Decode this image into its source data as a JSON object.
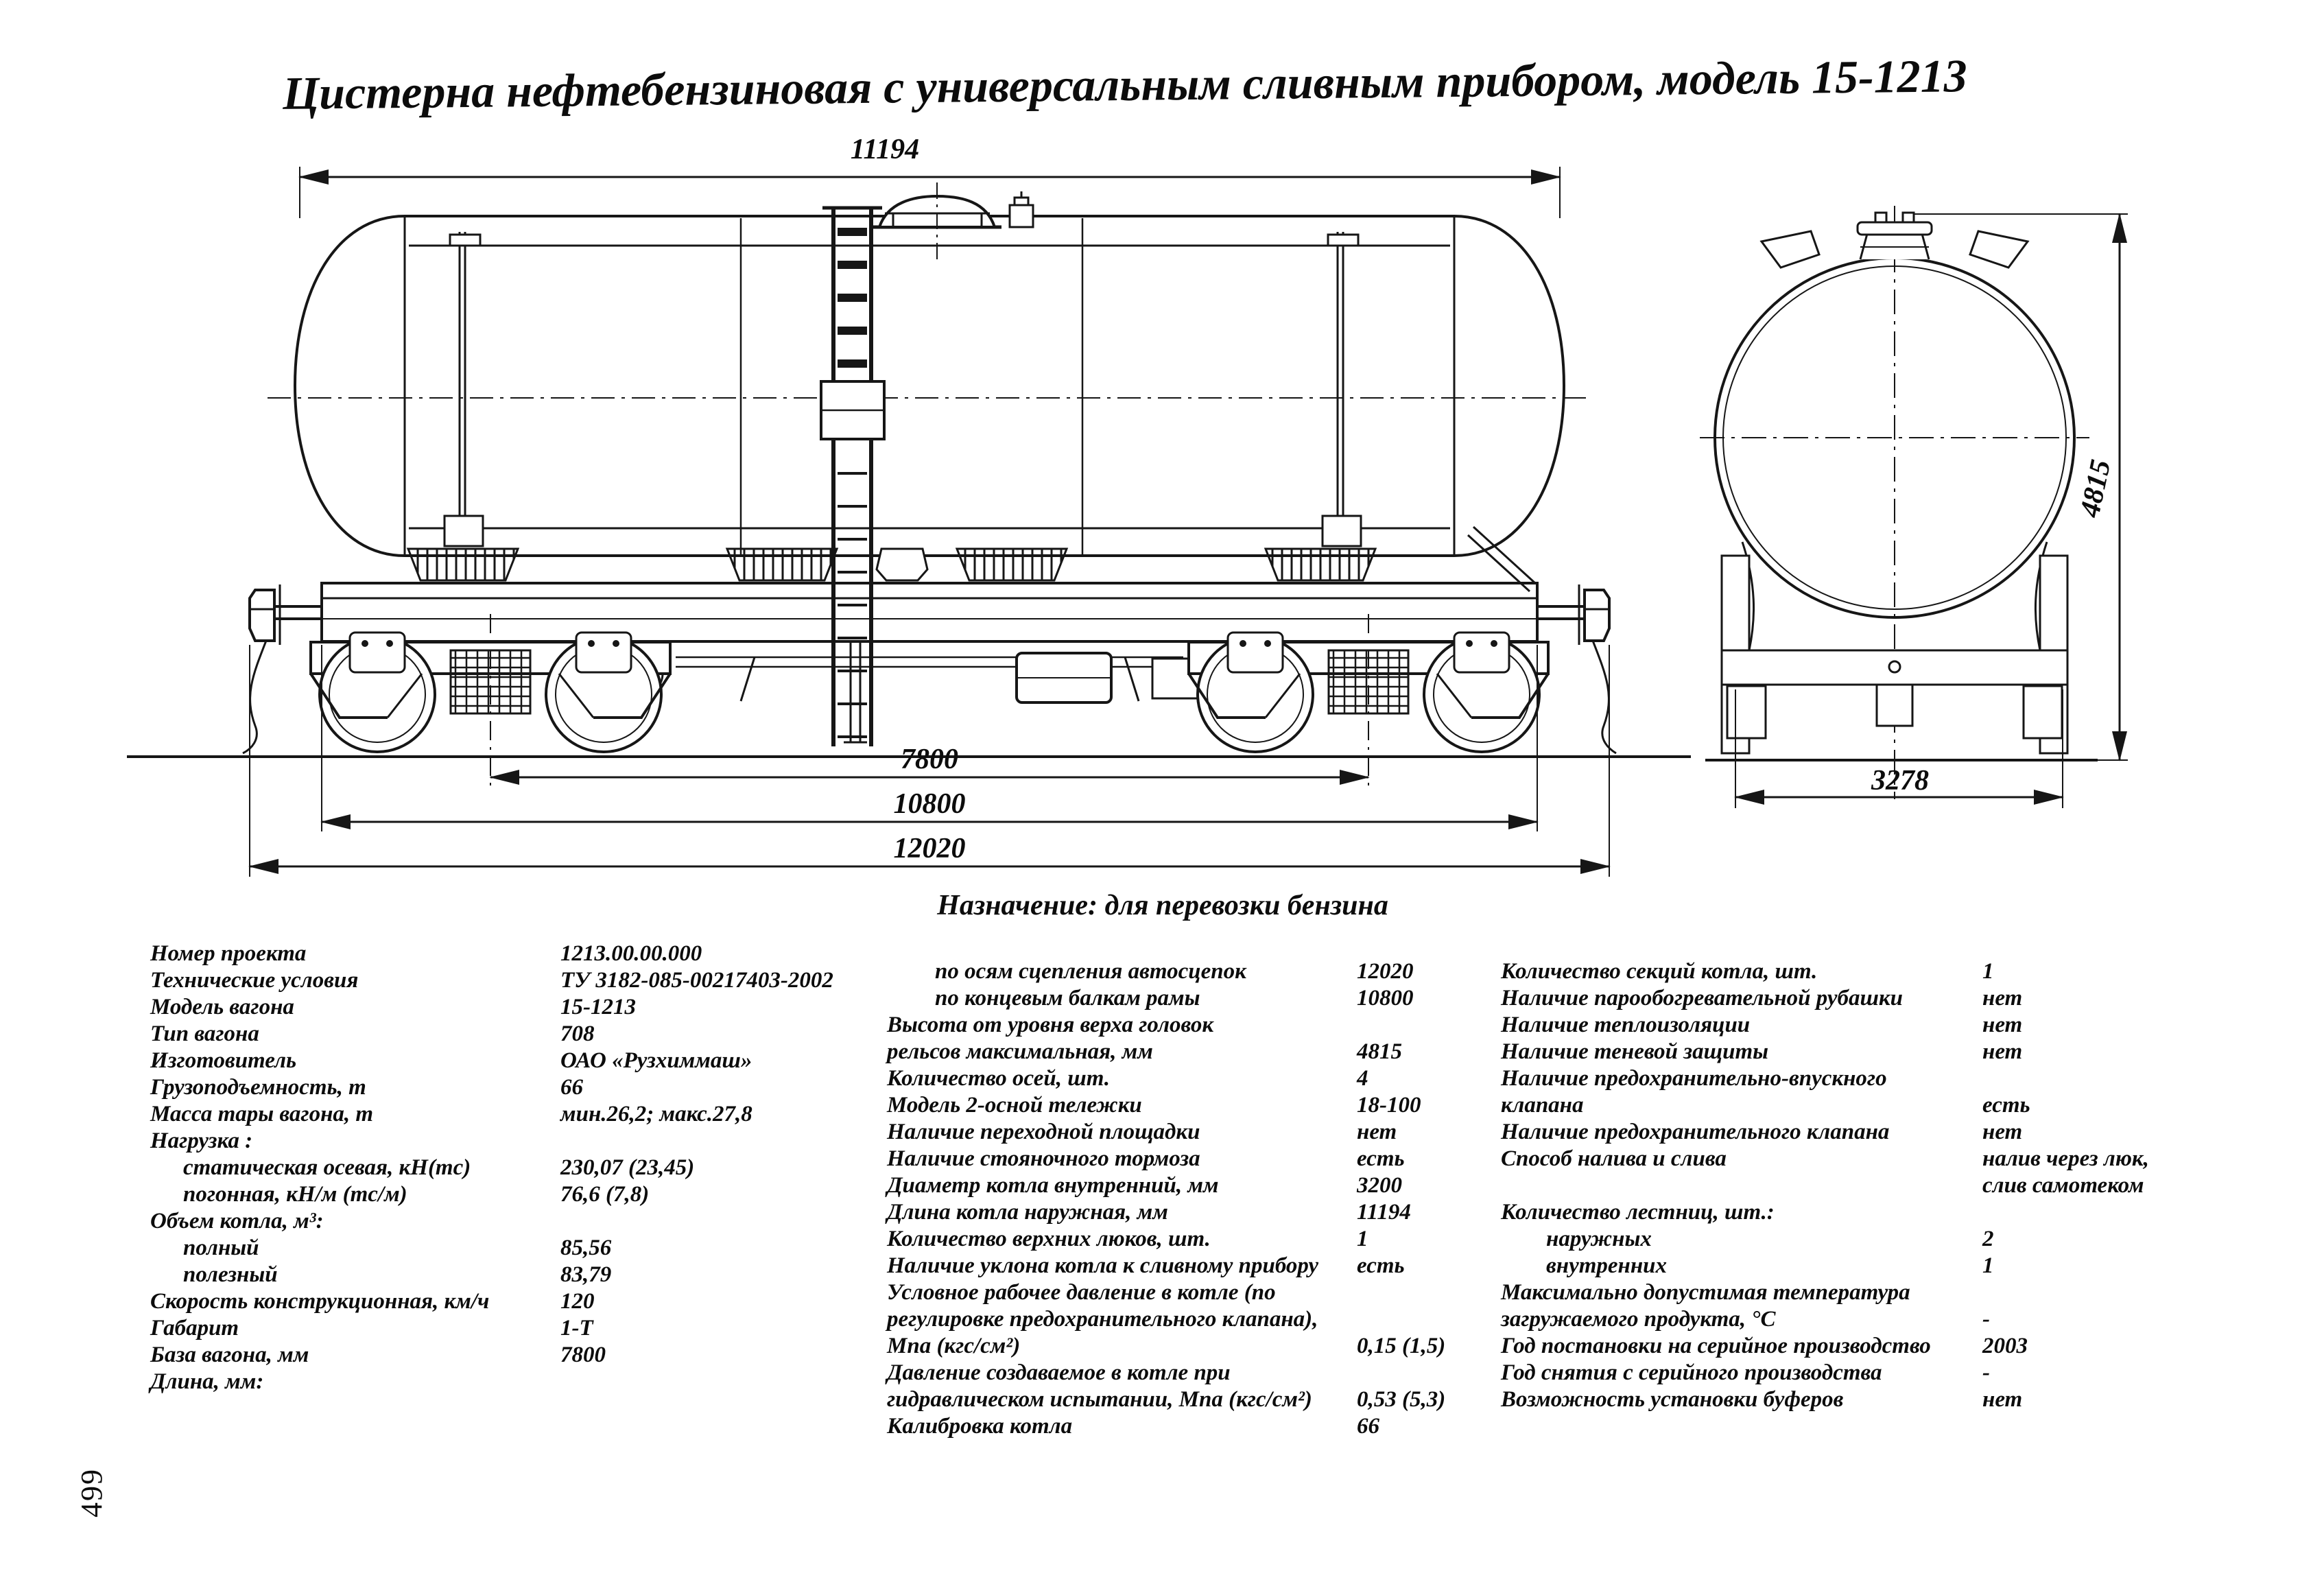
{
  "page": {
    "title": "Цистерна нефтебензиновая с универсальным сливным прибором, модель 15-1213",
    "purpose_heading": "Назначение: для перевозки бензина",
    "page_number": "499"
  },
  "drawing": {
    "dimensions": {
      "tank_length": "11194",
      "bogie_base": "7800",
      "frame_length": "10800",
      "coupler_length": "12020",
      "height": "4815",
      "end_width": "3278"
    }
  },
  "specs": {
    "left": [
      {
        "label": "Номер проекта",
        "value": "1213.00.00.000",
        "indent": 0
      },
      {
        "label": "Технические условия",
        "value": "ТУ 3182-085-00217403-2002",
        "indent": 0
      },
      {
        "label": "Модель вагона",
        "value": "15-1213",
        "indent": 0
      },
      {
        "label": "Тип вагона",
        "value": "708",
        "indent": 0
      },
      {
        "label": "Изготовитель",
        "value": "ОАО «Рузхиммаш»",
        "indent": 0
      },
      {
        "label": "Грузоподъемность, т",
        "value": "66",
        "indent": 0
      },
      {
        "label": "Масса тары вагона, т",
        "value": "мин.26,2; макс.27,8",
        "indent": 0
      },
      {
        "label": "Нагрузка :",
        "value": "",
        "indent": 0
      },
      {
        "label": "статическая осевая, кН(тс)",
        "value": "230,07 (23,45)",
        "indent": 1
      },
      {
        "label": "погонная, кН/м (тс/м)",
        "value": "76,6 (7,8)",
        "indent": 1
      },
      {
        "label": "Объем котла, м³:",
        "value": "",
        "indent": 0
      },
      {
        "label": "полный",
        "value": "85,56",
        "indent": 1
      },
      {
        "label": "полезный",
        "value": "83,79",
        "indent": 1
      },
      {
        "label": "Скорость конструкционная, км/ч",
        "value": "120",
        "indent": 0
      },
      {
        "label": "Габарит",
        "value": "1-Т",
        "indent": 0
      },
      {
        "label": "База вагона, мм",
        "value": "7800",
        "indent": 0
      },
      {
        "label": "Длина, мм:",
        "value": "",
        "indent": 0
      }
    ],
    "middle": [
      {
        "label": "по осям сцепления автосцепок",
        "value": "12020",
        "indent": 1
      },
      {
        "label": "по концевым балкам рамы",
        "value": "10800",
        "indent": 1
      },
      {
        "label": "Высота от уровня верха головок",
        "value": "",
        "indent": 0
      },
      {
        "label": "рельсов максимальная, мм",
        "value": "4815",
        "indent": 0
      },
      {
        "label": "Количество осей, шт.",
        "value": "4",
        "indent": 0
      },
      {
        "label": "Модель 2-осной тележки",
        "value": "18-100",
        "indent": 0
      },
      {
        "label": "Наличие переходной площадки",
        "value": "нет",
        "indent": 0
      },
      {
        "label": "Наличие стояночного тормоза",
        "value": "есть",
        "indent": 0
      },
      {
        "label": "Диаметр котла внутренний, мм",
        "value": "3200",
        "indent": 0
      },
      {
        "label": "Длина котла наружная, мм",
        "value": "11194",
        "indent": 0
      },
      {
        "label": "Количество верхних люков, шт.",
        "value": "1",
        "indent": 0
      },
      {
        "label": "Наличие уклона котла к сливному прибору",
        "value": "есть",
        "indent": 0
      },
      {
        "label": "Условное рабочее давление в котле (по",
        "value": "",
        "indent": 0
      },
      {
        "label": "регулировке предохранительного клапана),",
        "value": "",
        "indent": 0
      },
      {
        "label": "Мпа (кгс/см²)",
        "value": "0,15 (1,5)",
        "indent": 0
      },
      {
        "label": "Давление создаваемое в котле при",
        "value": "",
        "indent": 0
      },
      {
        "label": "гидравлическом испытании, Мпа (кгс/см²)",
        "value": "0,53 (5,3)",
        "indent": 0
      },
      {
        "label": "Калибровка котла",
        "value": "66",
        "indent": 0
      }
    ],
    "right": [
      {
        "label": "Количество секций котла, шт.",
        "value": "1",
        "indent": 0
      },
      {
        "label": "Наличие парообогревательной рубашки",
        "value": "нет",
        "indent": 0
      },
      {
        "label": "Наличие теплоизоляции",
        "value": "нет",
        "indent": 0
      },
      {
        "label": "Наличие теневой защиты",
        "value": "нет",
        "indent": 0
      },
      {
        "label": "Наличие предохранительно-впускного",
        "value": "",
        "indent": 0
      },
      {
        "label": "клапана",
        "value": "есть",
        "indent": 0
      },
      {
        "label": "Наличие предохранительного клапана",
        "value": "нет",
        "indent": 0
      },
      {
        "label": "Способ налива и слива",
        "value": "налив через люк,",
        "indent": 0
      },
      {
        "label": "",
        "value": "слив самотеком",
        "indent": 0
      },
      {
        "label": "Количество лестниц, шт.:",
        "value": "",
        "indent": 0
      },
      {
        "label": "наружных",
        "value": "2",
        "indent": 1
      },
      {
        "label": "внутренних",
        "value": "1",
        "indent": 1
      },
      {
        "label": "Максимально допустимая температура",
        "value": "",
        "indent": 0
      },
      {
        "label": "загружаемого продукта, °С",
        "value": "-",
        "indent": 0
      },
      {
        "label": "Год постановки на серийное производство",
        "value": "2003",
        "indent": 0
      },
      {
        "label": "Год снятия с серийного производства",
        "value": "-",
        "indent": 0
      },
      {
        "label": "Возможность установки буферов",
        "value": "нет",
        "indent": 0
      }
    ]
  }
}
